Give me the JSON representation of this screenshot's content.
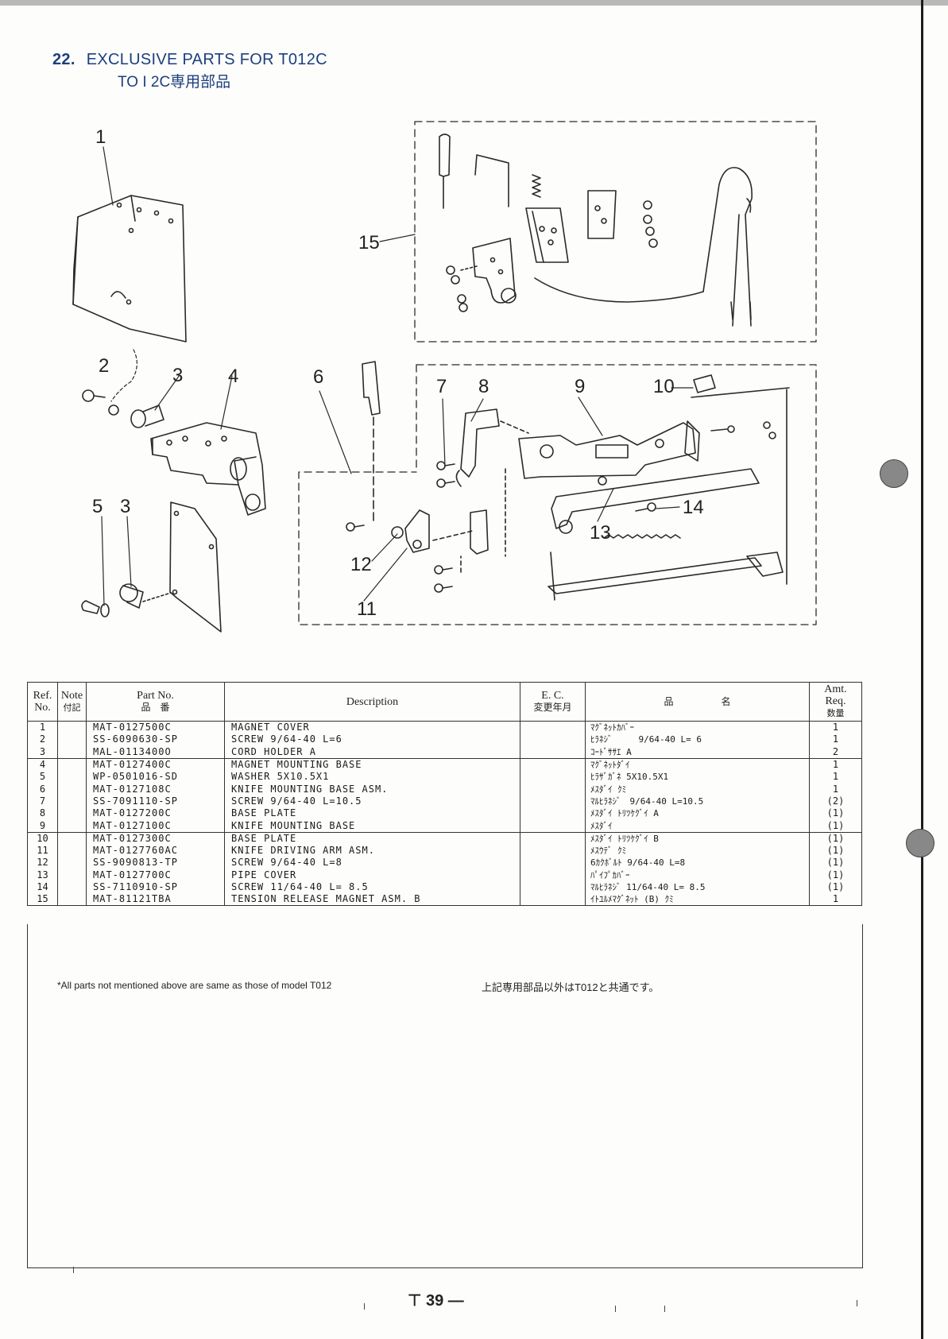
{
  "section": {
    "number": "22.",
    "title": "EXCLUSIVE PARTS FOR T012C",
    "title_jp": "TO I 2C専用部品"
  },
  "callouts": [
    "1",
    "2",
    "3",
    "4",
    "6",
    "15",
    "7",
    "8",
    "9",
    "10",
    "5",
    "3",
    "14",
    "13",
    "12",
    "11"
  ],
  "table": {
    "headers": {
      "ref": [
        "Ref.",
        "No."
      ],
      "note": [
        "Note",
        "付記"
      ],
      "part": [
        "Part No.",
        "品　番"
      ],
      "desc": "Description",
      "ec": [
        "E. C.",
        "変更年月"
      ],
      "jp": "品　　　　　名",
      "amt": [
        "Amt.",
        "Req.",
        "数量"
      ]
    },
    "rows": [
      {
        "ref": "1",
        "part": "MAT-0127500C",
        "desc": "MAGNET COVER",
        "jp": "ﾏｸﾞﾈｯﾄｶﾊﾞｰ",
        "amt": "1"
      },
      {
        "ref": "2",
        "part": "SS-6090630-SP",
        "desc": "SCREW  9/64-40 L=6",
        "jp": "ﾋﾗﾈｼﾞ　　　9/64-40  L= 6",
        "amt": "1"
      },
      {
        "ref": "3",
        "part": "MAL-0113400O",
        "desc": "CORD HOLDER A",
        "jp": "ｺｰﾄﾞｻｻｴ A",
        "amt": "2"
      },
      {
        "ref": "4",
        "part": "MAT-0127400C",
        "desc": "MAGNET MOUNTING BASE",
        "jp": "ﾏｸﾞﾈｯﾄﾀﾞｲ",
        "amt": "1"
      },
      {
        "ref": "5",
        "part": "WP-0501016-SD",
        "desc": "WASHER  5X10.5X1",
        "jp": "ﾋﾗｻﾞｶﾞﾈ 5X10.5X1",
        "amt": "1"
      },
      {
        "ref": "6",
        "part": "MAT-0127108C",
        "desc": "KNIFE MOUNTING BASE ASM.",
        "jp": "ﾒｽﾀﾞｲ ｸﾐ",
        "amt": "1"
      },
      {
        "ref": "7",
        "part": "SS-7091110-SP",
        "desc": "SCREW 9/64-40 L=10.5",
        "jp": "ﾏﾙﾋﾗﾈｼﾞ　9/64-40 L=10.5",
        "amt": "(2)"
      },
      {
        "ref": "8",
        "part": "MAT-0127200C",
        "desc": "BASE PLATE",
        "jp": "ﾒｽﾀﾞｲ ﾄﾘﾂｹｸﾞｲ A",
        "amt": "(1)"
      },
      {
        "ref": "9",
        "part": "MAT-0127100C",
        "desc": "KNIFE MOUNTING BASE",
        "jp": "ﾒｽﾀﾞｲ",
        "amt": "(1)"
      },
      {
        "ref": "10",
        "part": "MAT-0127300C",
        "desc": "BASE PLATE",
        "jp": "ﾒｽﾀﾞｲ ﾄﾘﾂｹｸﾞｲ B",
        "amt": "(1)"
      },
      {
        "ref": "11",
        "part": "MAT-0127760AC",
        "desc": "KNIFE DRIVING ARM ASM.",
        "jp": "ﾒｽｳﾃﾞ ｸﾐ",
        "amt": "(1)"
      },
      {
        "ref": "12",
        "part": "SS-9090813-TP",
        "desc": "SCREW 9/64-40 L=8",
        "jp": "6ｶｸﾎﾞﾙﾄ 9/64-40 L=8",
        "amt": "(1)"
      },
      {
        "ref": "13",
        "part": "MAT-0127700C",
        "desc": "PIPE COVER",
        "jp": "ﾊﾟｲﾌﾟｶﾊﾞｰ",
        "amt": "(1)"
      },
      {
        "ref": "14",
        "part": "SS-7110910-SP",
        "desc": "SCREW 11/64-40 L= 8.5",
        "jp": "ﾏﾙﾋﾗﾈｼﾞ 11/64-40 L= 8.5",
        "amt": "(1)"
      },
      {
        "ref": "15",
        "part": "MAT-81121TBA",
        "desc": "TENSION RELEASE MAGNET ASM. B",
        "jp": "ｲﾄﾕﾙﾒﾏｸﾞﾈｯﾄ (B) ｸﾐ",
        "amt": "1"
      }
    ]
  },
  "footnote_en": "*All parts not mentioned above are same as those of model T012",
  "footnote_jp": "上記専用部品以外はT012と共通です。",
  "page_number": "⊤ 39 —",
  "colors": {
    "title": "#1d3f7f",
    "ink": "#222222",
    "hole": "#888888"
  }
}
